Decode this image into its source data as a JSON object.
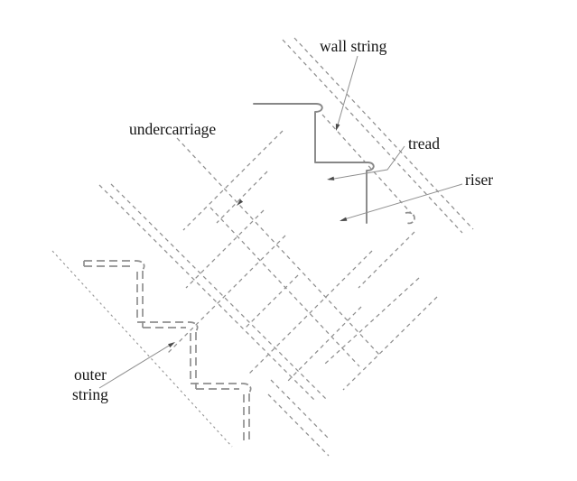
{
  "figure": {
    "background": "#ffffff",
    "line_color": "#8f8f8f",
    "solid_line_color": "#878787",
    "text_color": "#141414",
    "labels": {
      "wall_string": "wall string",
      "undercarriage": "undercarriage",
      "tread": "tread",
      "riser": "riser",
      "outer_string_line1": "outer",
      "outer_string_line2": "string"
    }
  }
}
